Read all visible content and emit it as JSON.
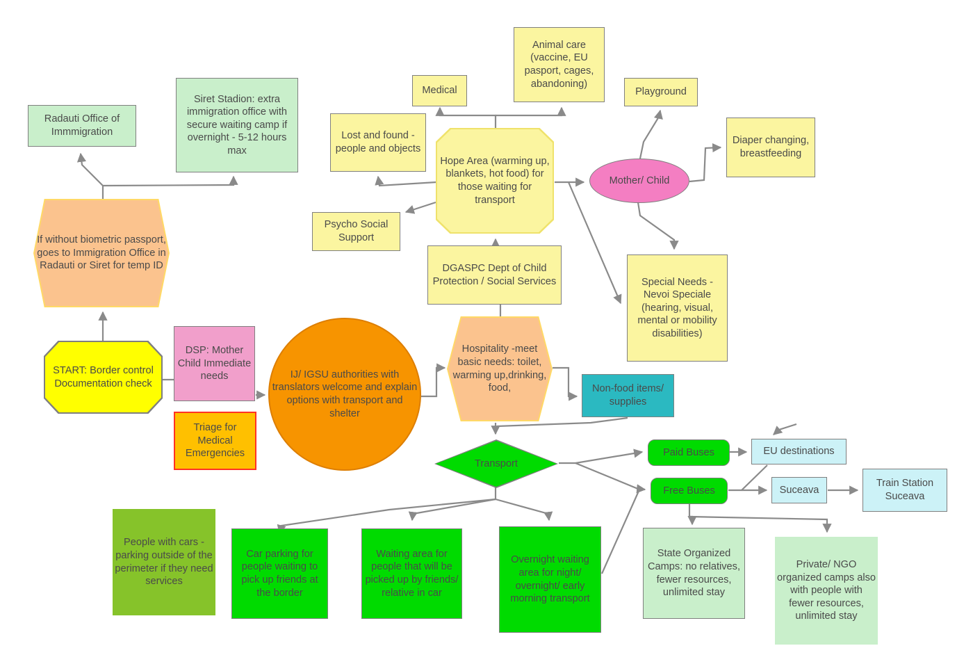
{
  "palette": {
    "connector": "#8A8A8A",
    "border-gray": "#7F7F7F",
    "text": "#4A4A4A",
    "pale-green": "#C9EFCB",
    "bright-yellow": "#FFFF00",
    "peach": "#FBC38E",
    "peach-edge": "#FFD966",
    "pink": "#F19FCB",
    "deep-pink": "#F47EC2",
    "triage-orange": "#FFC000",
    "red": "#FF3125",
    "orange": "#F79400",
    "orange-edge": "#DD7E00",
    "light-yellow": "#FBF5A0",
    "light-yellow-edge": "#EFE26B",
    "teal": "#2BB9C1",
    "bright-green": "#00DB00",
    "apple-green": "#86C32A",
    "pale-cyan": "#CCF2F7"
  },
  "nodes": {
    "radauti": {
      "label": "Radauti Office of Immmigration"
    },
    "siret": {
      "label": "Siret Stadion: extra immigration office with secure waiting camp if overnight - 5-12 hours max"
    },
    "no_biometric": {
      "label": "If without biometric passport, goes to Immigration Office in Radauti or Siret for temp ID"
    },
    "start": {
      "label": "START: Border control Documentation check"
    },
    "dsp": {
      "label": "DSP: Mother Child Immediate needs"
    },
    "triage": {
      "label": "Triage for Medical Emergencies"
    },
    "ij_igsu": {
      "label": "IJ/ IGSU authorities with translators welcome and explain options with transport and shelter"
    },
    "hope": {
      "label": "Hope Area (warming up, blankets, hot food) for those waiting for transport"
    },
    "medical": {
      "label": "Medical"
    },
    "animal": {
      "label": "Animal care (vaccine, EU pasport, cages, abandoning)"
    },
    "lost_found": {
      "label": "Lost and found -people and objects"
    },
    "psycho": {
      "label": "Psycho Social Support"
    },
    "playground": {
      "label": "Playground"
    },
    "mother_child": {
      "label": "Mother/ Child"
    },
    "diaper": {
      "label": "Diaper changing, breastfeeding"
    },
    "special_needs": {
      "label": "Special Needs - Nevoi Speciale (hearing, visual, mental or mobility disabilities)"
    },
    "dgaspc": {
      "label": "DGASPC Dept of Child Protection / Social Services"
    },
    "hospitality": {
      "label": "Hospitality -meet basic needs: toilet, warming up,drinking, food,"
    },
    "nonfood": {
      "label": "Non-food items/ supplies"
    },
    "transport": {
      "label": "Transport"
    },
    "paid_buses": {
      "label": "Paid Buses"
    },
    "free_buses": {
      "label": "Free Buses"
    },
    "eu_dest": {
      "label": "EU destinations"
    },
    "suceava": {
      "label": "Suceava"
    },
    "train_station": {
      "label": "Train Station Suceava"
    },
    "people_cars": {
      "label": "People with cars - parking outside of the perimeter if they need services"
    },
    "car_parking": {
      "label": "Car parking for people waiting to pick up friends at the border"
    },
    "waiting_area": {
      "label": "Waiting area for people that will be picked up by friends/ relative in car"
    },
    "overnight": {
      "label": "Overnight waiting area for night/ overnight/ early morning transport"
    },
    "state_camps": {
      "label": "State Organized Camps: no relatives, fewer resources, unlimited stay"
    },
    "private_ngo": {
      "label": "Private/ NGO organized camps also with people with fewer resources, unlimited stay"
    }
  }
}
